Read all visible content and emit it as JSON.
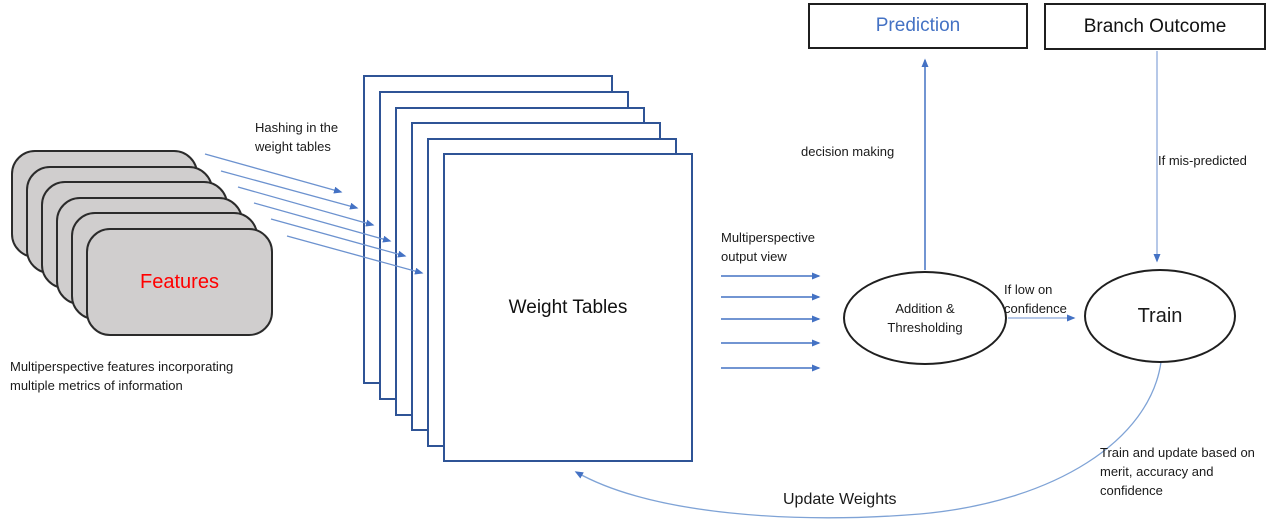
{
  "diagram": {
    "features": {
      "label": "Features",
      "caption": "Multiperspective features incorporating multiple metrics of information",
      "stack_count": 6
    },
    "weight_tables": {
      "label": "Weight Tables",
      "stack_count": 6
    },
    "nodes": {
      "addition_thresholding": "Addition & Thresholding",
      "train": "Train"
    },
    "boxes": {
      "prediction": "Prediction",
      "branch_outcome": "Branch Outcome"
    },
    "edge_labels": {
      "hashing": "Hashing in the weight tables",
      "output_view": "Multiperspective output view",
      "decision_making": "decision making",
      "mispredicted": "If mis-predicted",
      "low_confidence": "If low on confidence",
      "update_weights": "Update Weights",
      "train_update": "Train and update based on merit, accuracy and confidence"
    },
    "colors": {
      "arrow_blue": "#4472c4",
      "light_arrow_blue": "#8faadc",
      "fan_arrow_blue": "#6c92cf",
      "curve_blue": "#7fa3d6",
      "prediction_text": "#4472c4",
      "features_fill": "#d0cece",
      "features_text": "#ff0000",
      "table_border": "#2f5496",
      "shape_border": "#1f1f1f"
    }
  }
}
